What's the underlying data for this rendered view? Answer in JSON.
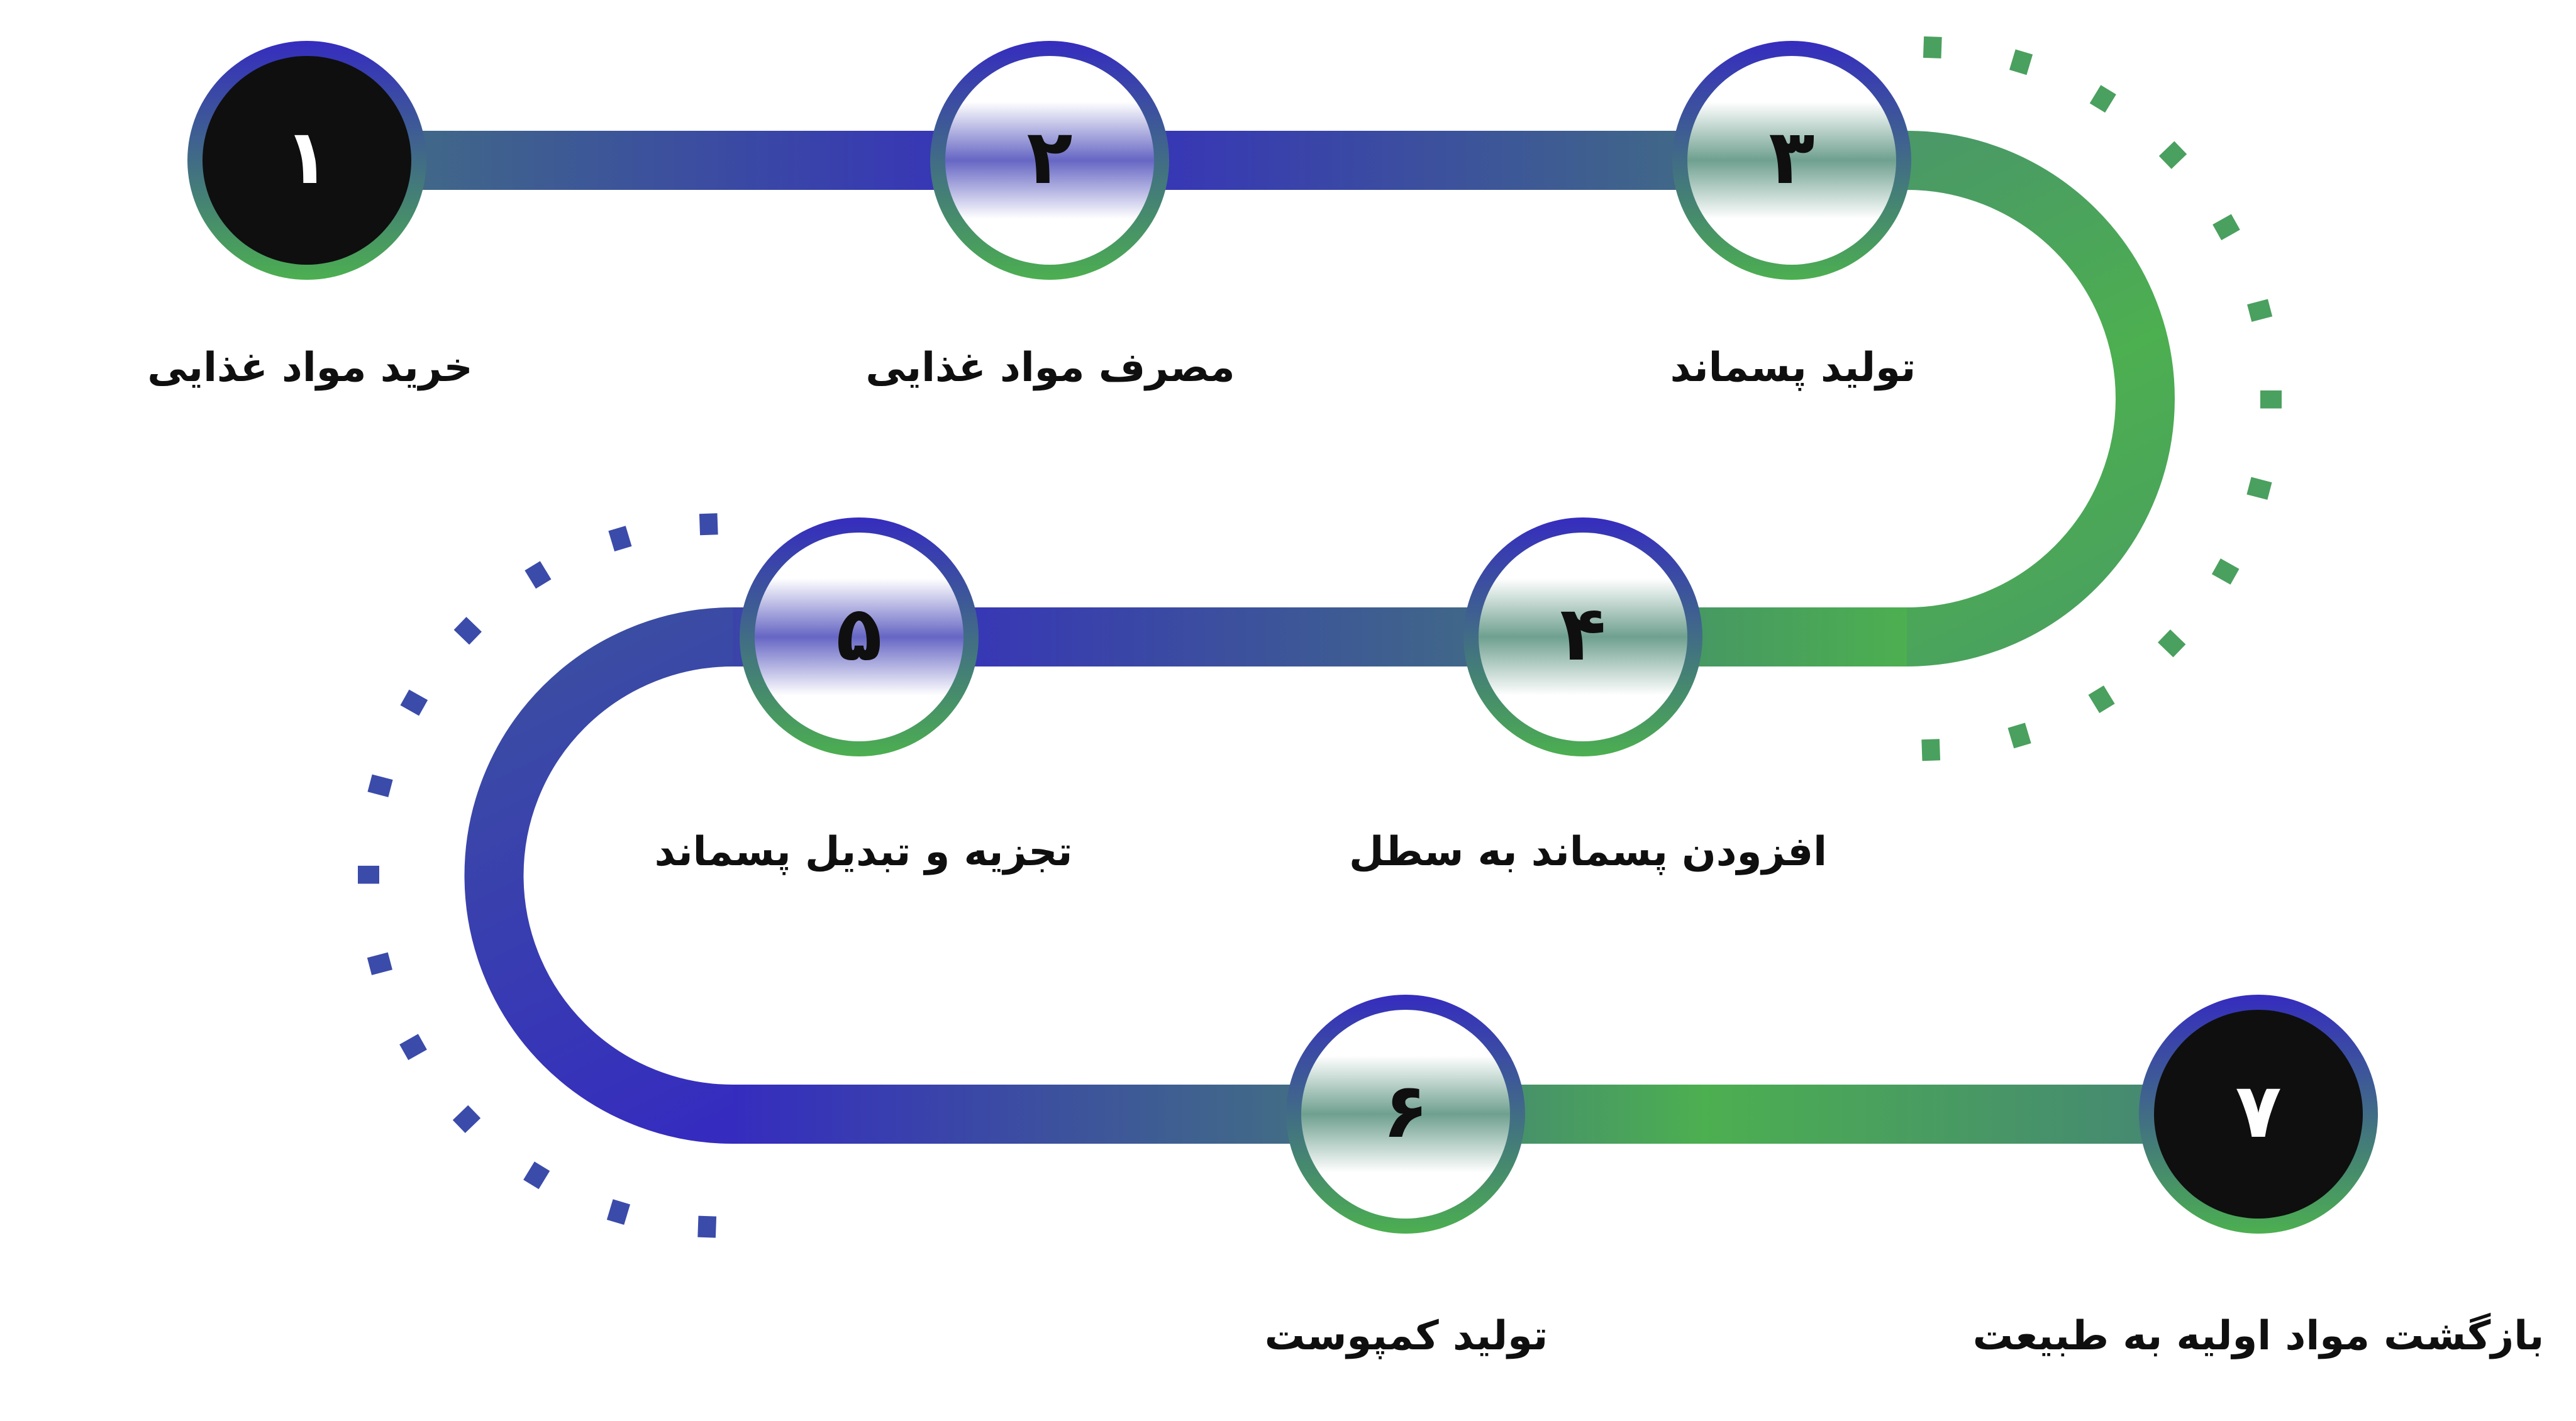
{
  "diagram": {
    "title": "",
    "direction": "rtl",
    "steps": [
      {
        "number": "۱",
        "label": "خرید مواد غذایی",
        "fill": "dark"
      },
      {
        "number": "۲",
        "label": "مصرف مواد غذایی",
        "fill": "blue-band"
      },
      {
        "number": "۳",
        "label": "تولید پسماند",
        "fill": "green-band"
      },
      {
        "number": "۴",
        "label": "افزودن پسماند به سطل",
        "fill": "green-band"
      },
      {
        "number": "۵",
        "label": "تجزیه و تبدیل پسماند",
        "fill": "blue-band"
      },
      {
        "number": "۶",
        "label": "تولید کمپوست",
        "fill": "green-band"
      },
      {
        "number": "۷",
        "label": "بازگشت مواد اولیه به طبیعت",
        "fill": "dark"
      }
    ],
    "connections": [
      {
        "from": 1,
        "to": 2
      },
      {
        "from": 2,
        "to": 3
      },
      {
        "from": 3,
        "to": 4,
        "shape": "curve-right",
        "dashed_arc": "green"
      },
      {
        "from": 4,
        "to": 5
      },
      {
        "from": 5,
        "to": 6,
        "shape": "curve-left",
        "dashed_arc": "blue"
      },
      {
        "from": 6,
        "to": 7
      }
    ]
  },
  "colors": {
    "blue": "#352CBF",
    "teal": "#42727E",
    "green": "#4CAF50",
    "dark": "#0F0F0F",
    "band_blue": "#6666C4",
    "band_green": "#6FA08F",
    "dash_green": "#4AA05E",
    "dash_blue": "#3A4BAA",
    "text": "#0F0F0F"
  }
}
